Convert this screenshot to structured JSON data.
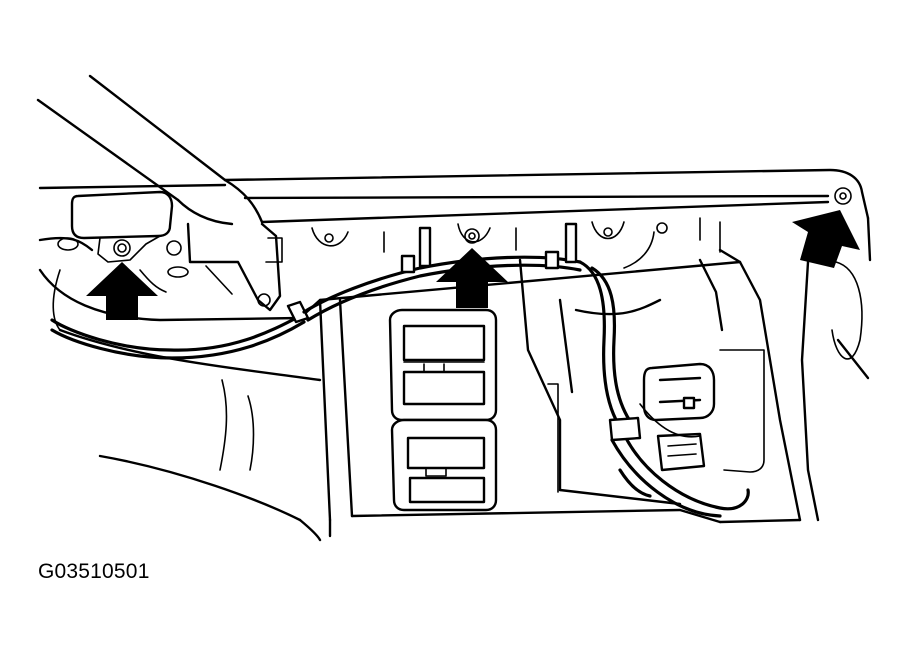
{
  "figure": {
    "code": "G03510501"
  },
  "callouts": [
    {
      "name": "arrow-left-bolt",
      "target": "bolt"
    },
    {
      "name": "arrow-center-bolt",
      "target": "bolt"
    },
    {
      "name": "arrow-right-bolt",
      "target": "bolt"
    }
  ],
  "colors": {
    "line": "#000000",
    "background": "#ffffff"
  }
}
